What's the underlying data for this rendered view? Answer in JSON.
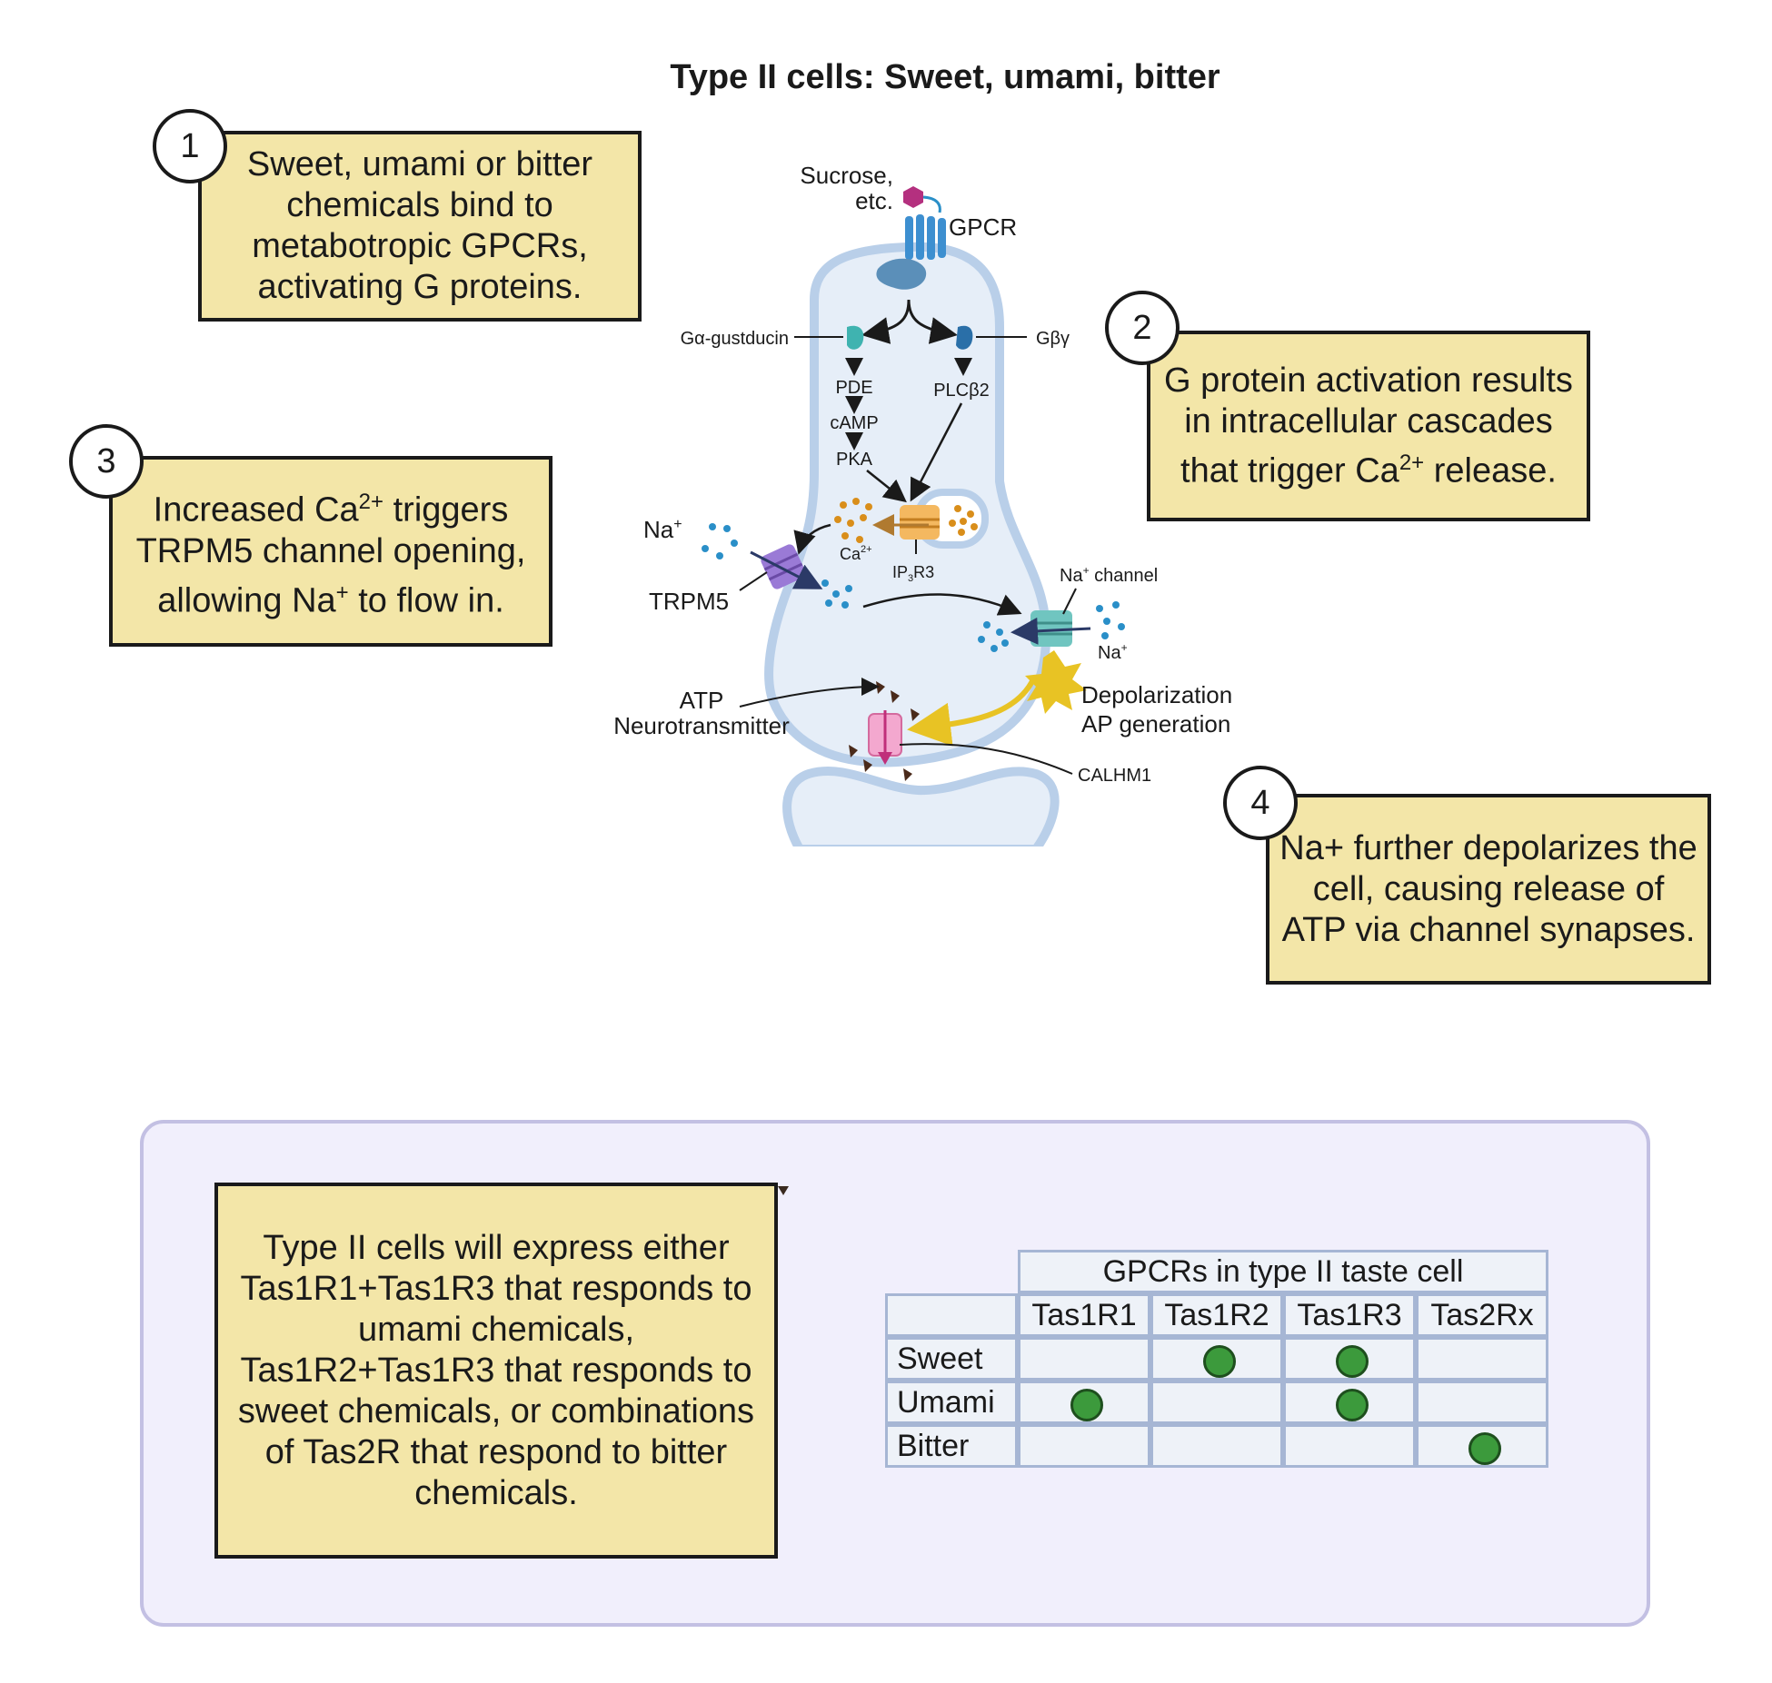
{
  "title": "Type II cells: Sweet, umami, bitter",
  "steps": [
    {
      "number": "1",
      "text": "Sweet, umami or bitter chemicals bind to metabotropic GPCRs, activating G proteins."
    },
    {
      "number": "2",
      "text_a": "G protein activation results in intracellular cascades that trigger Ca",
      "sup": "2+",
      "text_b": " release."
    },
    {
      "number": "3",
      "text_a": "Increased Ca",
      "sup_a": "2+",
      "text_b": " triggers TRPM5 channel opening, allowing Na",
      "sup_b": "+",
      "text_c": " to flow in."
    },
    {
      "number": "4",
      "text": "Na+ further depolarizes the cell, causing release of ATP via channel synapses."
    }
  ],
  "diagram": {
    "ligand": "Sucrose,",
    "ligand2": "etc.",
    "gpcr": "GPCR",
    "g_alpha": "Gα-gustducin",
    "g_beta_gamma": "Gβγ",
    "pde": "PDE",
    "camp": "cAMP",
    "pka": "PKA",
    "plc": "PLCβ2",
    "ca": "Ca",
    "ca_sup": "2+",
    "ip3r3_a": "IP",
    "ip3r3_sub": "3",
    "ip3r3_b": "R3",
    "na_left": "Na",
    "na_sup": "+",
    "trpm5": "TRPM5",
    "na_channel": "Na",
    "na_channel_b": " channel",
    "na_right": "Na",
    "depolarization": "Depolarization",
    "ap_generation": "AP generation",
    "atp": "ATP",
    "neurotransmitter": "Neurotransmitter",
    "calhm1": "CALHM1",
    "colors": {
      "cell_fill": "#e6eef8",
      "cell_border": "#b9cfe9",
      "gpcr": "#3d8fd0",
      "ligand": "#b4307f",
      "trpm5": "#9a7ad6",
      "na_channel": "#70c5c0",
      "calhm1": "#f3a8cf",
      "ca_dots": "#d98e1a",
      "na_dots": "#2a8fc8",
      "yellow": "#e8c324"
    }
  },
  "panel": {
    "text": "Type II cells will express either Tas1R1+Tas1R3 that responds to umami chemicals, Tas1R2+Tas1R3 that responds to sweet chemicals, or combinations of Tas2R that respond to bitter chemicals."
  },
  "chart_data": {
    "type": "table",
    "title": "GPCRs in type II taste cell",
    "columns": [
      "Tas1R1",
      "Tas1R2",
      "Tas1R3",
      "Tas2Rx"
    ],
    "rows": [
      "Sweet",
      "Umami",
      "Bitter"
    ],
    "values": [
      [
        0,
        1,
        1,
        0
      ],
      [
        1,
        0,
        1,
        0
      ],
      [
        0,
        0,
        0,
        1
      ]
    ]
  }
}
